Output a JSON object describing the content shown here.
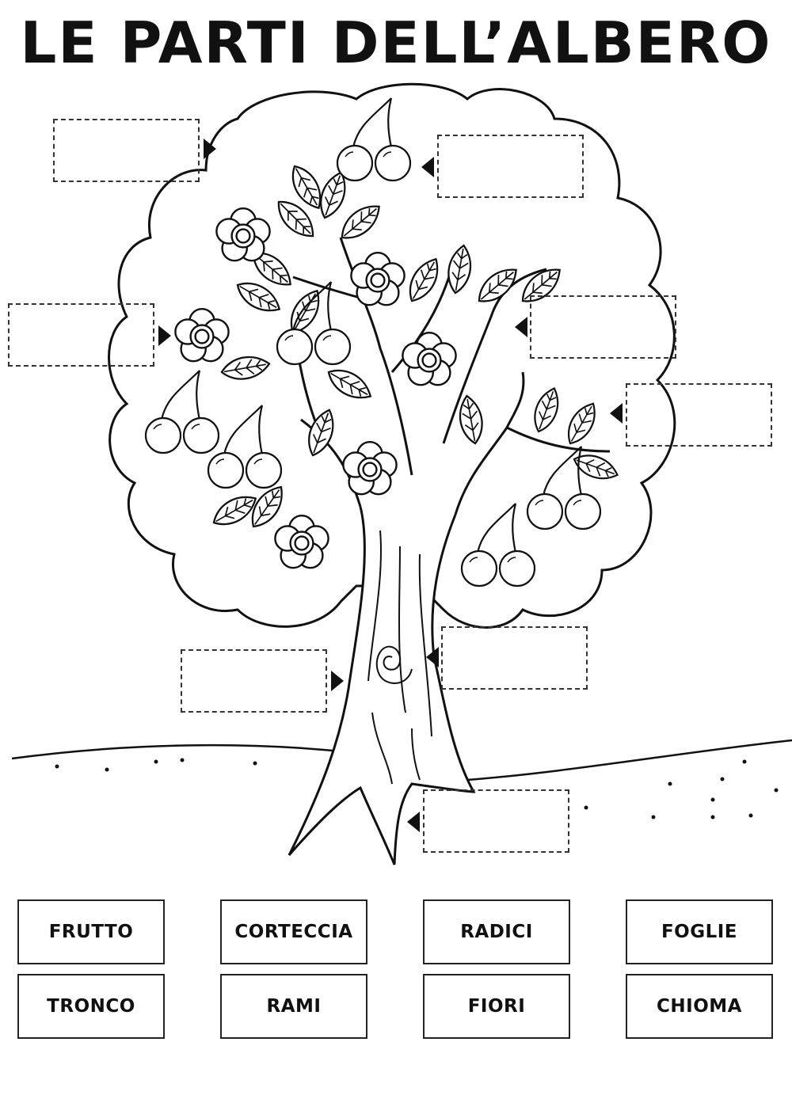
{
  "title": "LE PARTI DELL’ALBERO",
  "word_bank": [
    "FRUTTO",
    "CORTECCIA",
    "RADICI",
    "FOGLIE",
    "TRONCO",
    "RAMI",
    "FIORI",
    "CHIOMA"
  ],
  "drop_zones": [
    {
      "id": "zone-1",
      "value": ""
    },
    {
      "id": "zone-2",
      "value": ""
    },
    {
      "id": "zone-3",
      "value": ""
    },
    {
      "id": "zone-4",
      "value": ""
    },
    {
      "id": "zone-5",
      "value": ""
    },
    {
      "id": "zone-6",
      "value": ""
    },
    {
      "id": "zone-7",
      "value": ""
    },
    {
      "id": "zone-8",
      "value": ""
    }
  ],
  "colors": {
    "ink": "#111111",
    "paper": "#ffffff"
  }
}
